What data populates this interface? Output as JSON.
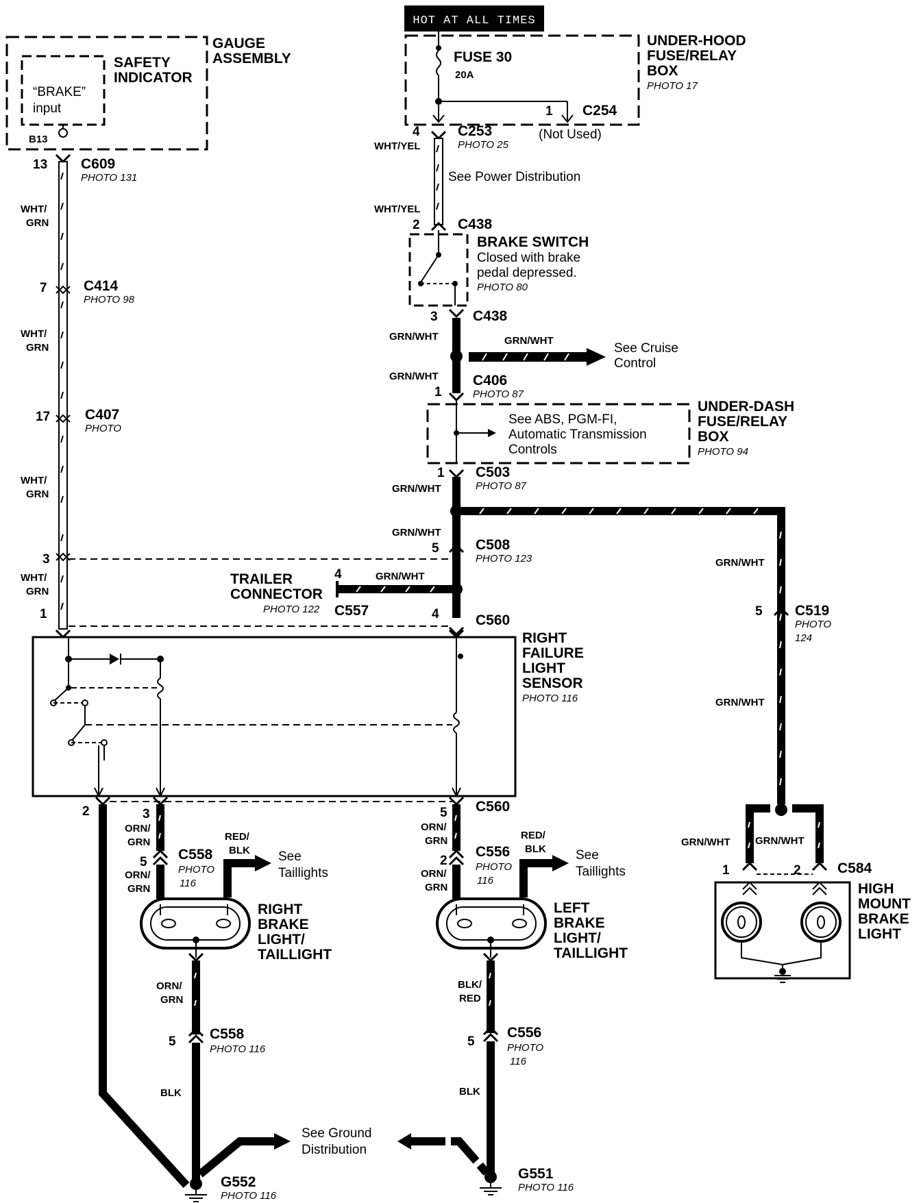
{
  "header": {
    "hot": "HOT AT ALL TIMES"
  },
  "underhood": {
    "title": [
      "UNDER-HOOD",
      "FUSE/RELAY",
      "BOX"
    ],
    "photo": "PHOTO 17",
    "fuse": "FUSE 30",
    "rating": "20A",
    "c254": {
      "pin": "1",
      "name": "C254",
      "note": "(Not Used)"
    },
    "c253": {
      "pin": "4",
      "name": "C253",
      "photo": "PHOTO 25"
    }
  },
  "power_note": "See Power Distribution",
  "gauge": {
    "title": [
      "GAUGE",
      "ASSEMBLY"
    ],
    "safety": [
      "SAFETY",
      "INDICATOR"
    ],
    "input": [
      "“BRAKE”",
      "input"
    ],
    "pin": "B13"
  },
  "brake_switch": {
    "title": "BRAKE SWITCH",
    "desc": [
      "Closed with brake",
      "pedal depressed."
    ],
    "photo": "PHOTO 80",
    "top": {
      "pin": "2",
      "name": "C438"
    },
    "bottom": {
      "pin": "3",
      "name": "C438"
    }
  },
  "cruise": [
    "See Cruise",
    "Control"
  ],
  "c406": {
    "pin": "1",
    "name": "C406",
    "photo": "PHOTO 87"
  },
  "underdash": {
    "title": [
      "UNDER-DASH",
      "FUSE/RELAY",
      "BOX"
    ],
    "photo": "PHOTO 94",
    "note": [
      "See ABS, PGM-FI,",
      "Automatic Transmission",
      "Controls"
    ]
  },
  "c503": {
    "pin": "1",
    "name": "C503",
    "photo": "PHOTO 87"
  },
  "c508": {
    "pin": "5",
    "name": "C508",
    "photo": "PHOTO 123"
  },
  "trailer": {
    "title": [
      "TRAILER",
      "CONNECTOR"
    ],
    "pin": "4",
    "name": "C557",
    "photo": "PHOTO 122"
  },
  "c560_top": {
    "pin": "4",
    "name": "C560"
  },
  "c560_bot": {
    "pin": "5",
    "name": "C560"
  },
  "left_chain": {
    "c609": {
      "pin": "13",
      "name": "C609",
      "photo": "PHOTO 131"
    },
    "c414": {
      "pin": "7",
      "name": "C414",
      "photo": "PHOTO 98"
    },
    "c407": {
      "pin": "17",
      "name": "C407",
      "photo": "PHOTO"
    },
    "pin3": "3",
    "pin1": "1",
    "pin2": "2"
  },
  "sensor": {
    "title": [
      "RIGHT",
      "FAILURE",
      "LIGHT",
      "SENSOR"
    ],
    "photo": "PHOTO 116"
  },
  "c519": {
    "pin": "5",
    "name": "C519",
    "photo": [
      "PHOTO",
      "124"
    ]
  },
  "wires": {
    "wht_yel": "WHT/YEL",
    "wht": "WHT/",
    "grn": "GRN",
    "grn_wht": "GRN/WHT",
    "orn": "ORN/",
    "red": "RED/",
    "blk_": "BLK",
    "blk_slash": "BLK/",
    "red_plain": "RED",
    "blk": "BLK"
  },
  "right_light": {
    "top_pin": "3",
    "c558": {
      "pin": "5",
      "name": "C558",
      "photo": [
        "PHOTO",
        "116"
      ]
    },
    "taillights": [
      "See",
      "Taillights"
    ],
    "title": [
      "RIGHT",
      "BRAKE",
      "LIGHT/",
      "TAILLIGHT"
    ],
    "c558b": {
      "pin": "5",
      "name": "C558",
      "photo": "PHOTO 116"
    }
  },
  "left_light": {
    "c556": {
      "pin": "2",
      "name": "C556",
      "photo": [
        "PHOTO",
        "116"
      ]
    },
    "taillights": [
      "See",
      "Taillights"
    ],
    "title": [
      "LEFT",
      "BRAKE",
      "LIGHT/",
      "TAILLIGHT"
    ],
    "c556b": {
      "pin": "5",
      "name": "C556",
      "photo": [
        "PHOTO",
        "116"
      ]
    }
  },
  "high_mount": {
    "title": [
      "HIGH",
      "MOUNT",
      "BRAKE",
      "LIGHT"
    ],
    "c584": {
      "pin1": "1",
      "pin2": "2",
      "name": "C584"
    }
  },
  "ground": {
    "note": [
      "See Ground",
      "Distribution"
    ],
    "g552": {
      "name": "G552",
      "photo": "PHOTO 116"
    },
    "g551": {
      "name": "G551",
      "photo": "PHOTO 116"
    }
  }
}
